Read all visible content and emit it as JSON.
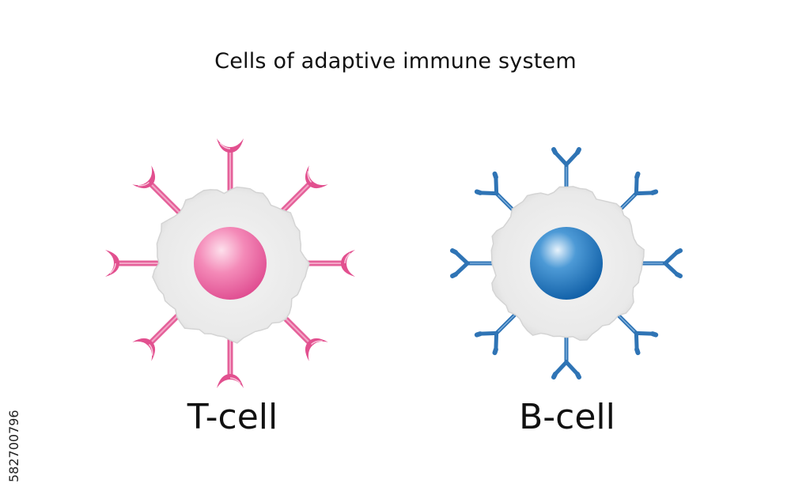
{
  "diagram": {
    "title": "Cells of adaptive immune system",
    "cells": [
      {
        "label": "T-cell",
        "receptor": "t-cell-receptor",
        "receptor_count": 8,
        "nucleus_color": "#f06aa5",
        "receptor_color": "#e2508f"
      },
      {
        "label": "B-cell",
        "receptor": "antibody-receptor",
        "receptor_count": 8,
        "nucleus_color": "#1a6fb8",
        "receptor_color": "#2f74b5"
      }
    ],
    "cytoplasm_color": "#ebebeb"
  },
  "watermark": {
    "stock_id": "582700796"
  }
}
